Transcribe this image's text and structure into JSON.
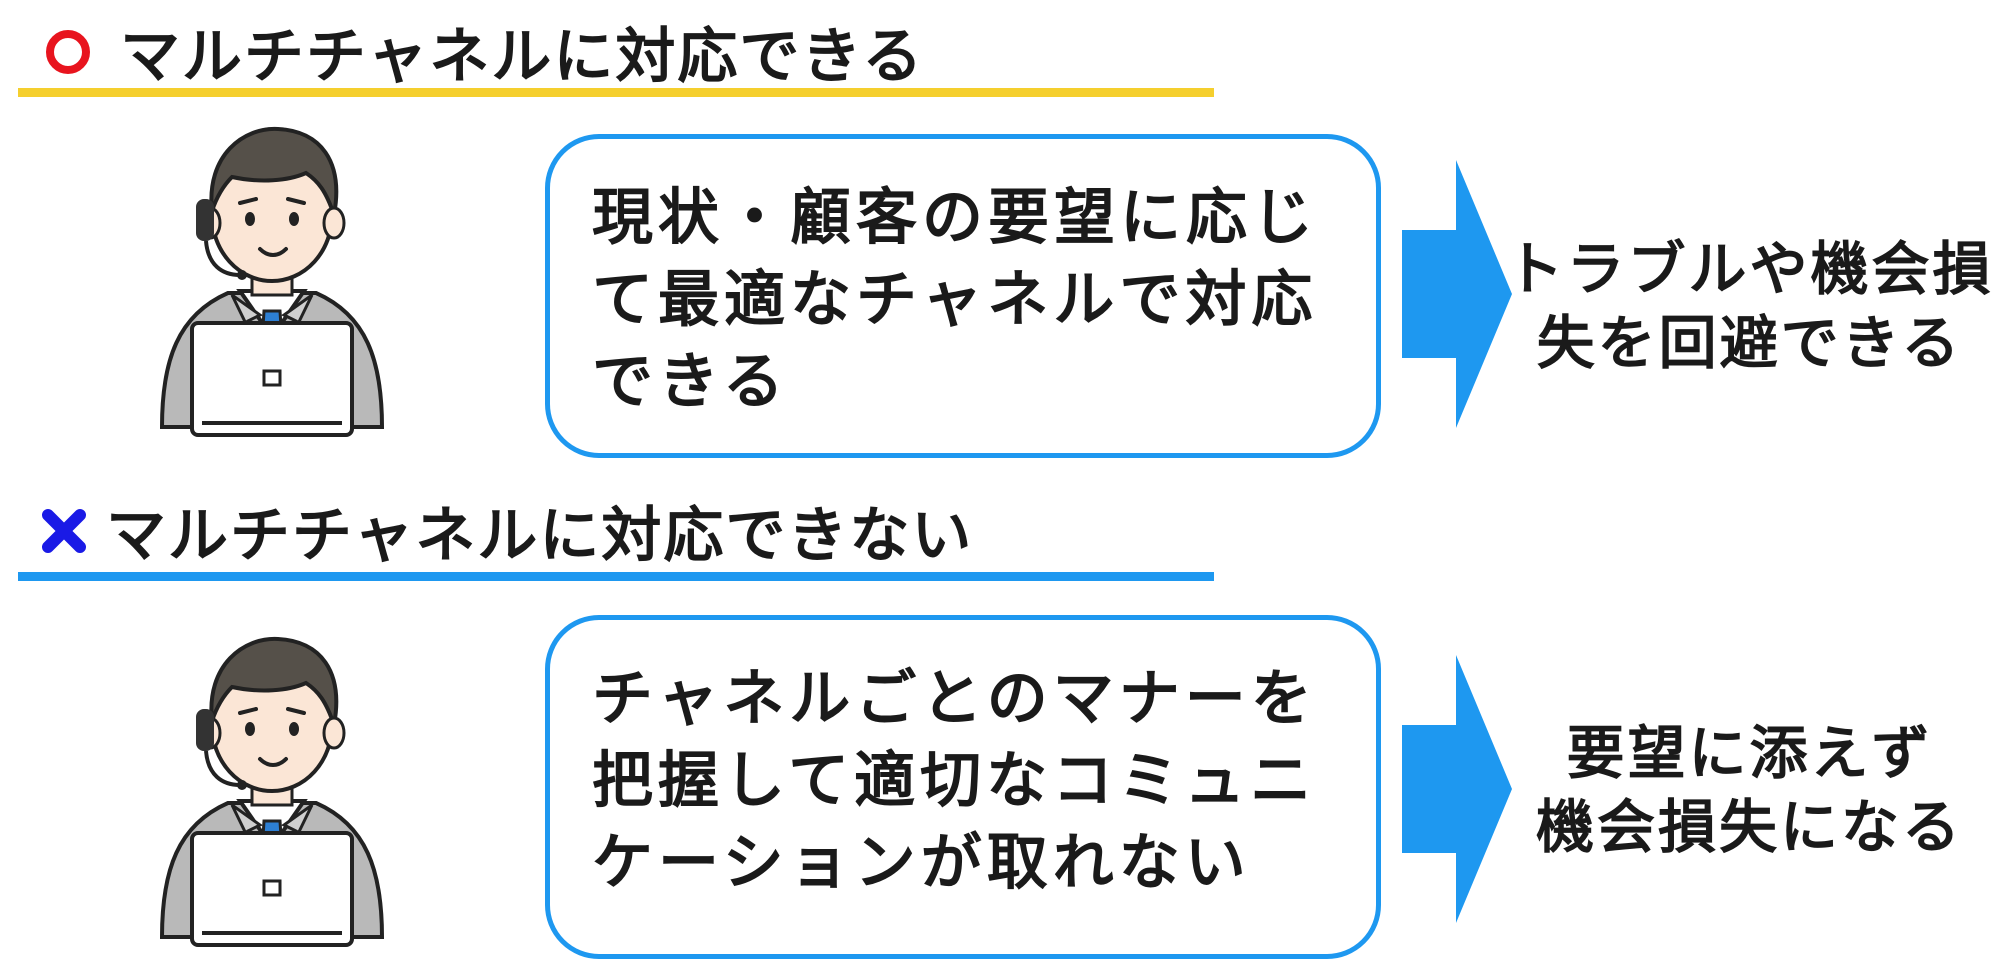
{
  "good": {
    "title": "マルチチャネルに対応できる",
    "bubble": "現状・顧客の要望に応じ\nて最適なチャネルで対応\nできる",
    "result": "トラブルや機会損\n失を回避できる"
  },
  "bad": {
    "title": "マルチチャネルに対応できない",
    "bubble": "チャネルごとのマナーを\n把握して適切なコミュニ\nケーションが取れない",
    "result": "要望に添えず\n機会損失になる"
  },
  "icons": {
    "good": "circle-icon",
    "bad": "cross-icon",
    "operator": "operator-with-headset-icon",
    "arrow": "right-arrow-icon"
  },
  "colors": {
    "good_underline": "#f5cf2e",
    "bad_underline": "#1e98f0",
    "circle": "#e8141e",
    "cross": "#1a1ae6",
    "accent": "#1e98f0",
    "suit": "#b9b9b9",
    "tie": "#2d7fd3"
  }
}
